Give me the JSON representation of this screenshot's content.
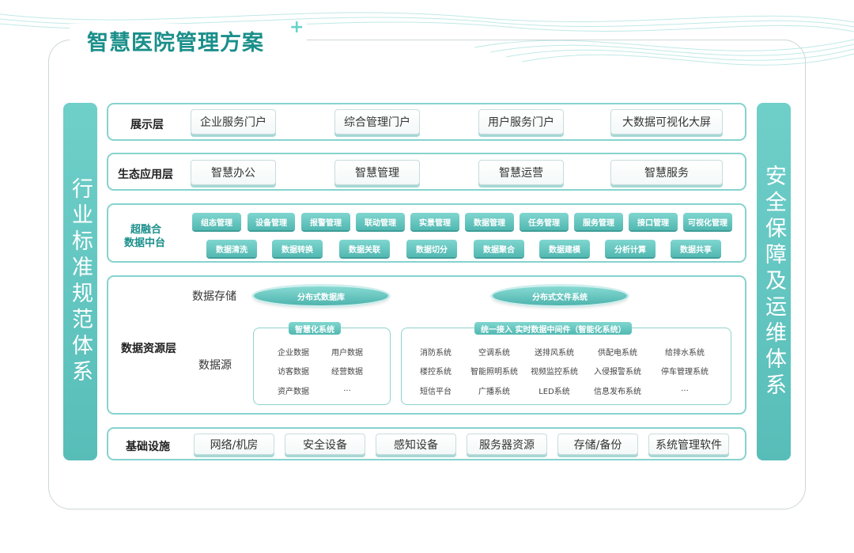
{
  "title": "智慧医院管理方案",
  "left_banner": "行业标准规范体系",
  "right_banner": "安全保障及运维体系",
  "layers": {
    "presentation": {
      "label": "展示层",
      "items": [
        "企业服务门户",
        "综合管理门户",
        "用户服务门户",
        "大数据可视化大屏"
      ]
    },
    "ecology": {
      "label": "生态应用层",
      "items": [
        "智慧办公",
        "智慧管理",
        "智慧运营",
        "智慧服务"
      ]
    },
    "datacenter": {
      "label_line1": "超融合",
      "label_line2": "数据中台",
      "row1": [
        "组态管理",
        "设备管理",
        "报警管理",
        "联动管理",
        "实景管理",
        "数据管理",
        "任务管理",
        "服务管理",
        "接口管理",
        "可视化管理"
      ],
      "row2": [
        "数据清洗",
        "数据转换",
        "数据关联",
        "数据切分",
        "数据聚合",
        "数据建模",
        "分析计算",
        "数据共享"
      ]
    },
    "resource": {
      "label": "数据资源层",
      "storage_label": "数据存储",
      "storage_items": [
        "分布式数据库",
        "分布式文件系统"
      ],
      "source_label": "数据源",
      "smart_system": {
        "title": "智慧化系统",
        "items": [
          "企业数据",
          "用户数据",
          "访客数据",
          "经营数据",
          "资产数据",
          "..."
        ]
      },
      "middleware": {
        "title": "统一接入 实时数据中间件（智能化系统）",
        "items": [
          "消防系统",
          "空调系统",
          "送排风系统",
          "供配电系统",
          "给排水系统",
          "楼控系统",
          "智能照明系统",
          "视频监控系统",
          "入侵报警系统",
          "停车管理系统",
          "短信平台",
          "广播系统",
          "LED系统",
          "信息发布系统",
          "..."
        ]
      }
    },
    "infrastructure": {
      "label": "基础设施",
      "items": [
        "网络/机房",
        "安全设备",
        "感知设备",
        "服务器资源",
        "存储/备份",
        "系统管理软件"
      ]
    }
  },
  "colors": {
    "teal_dark": "#1a8f8a",
    "teal": "#58bdb8",
    "teal_light": "#86d3ce"
  }
}
